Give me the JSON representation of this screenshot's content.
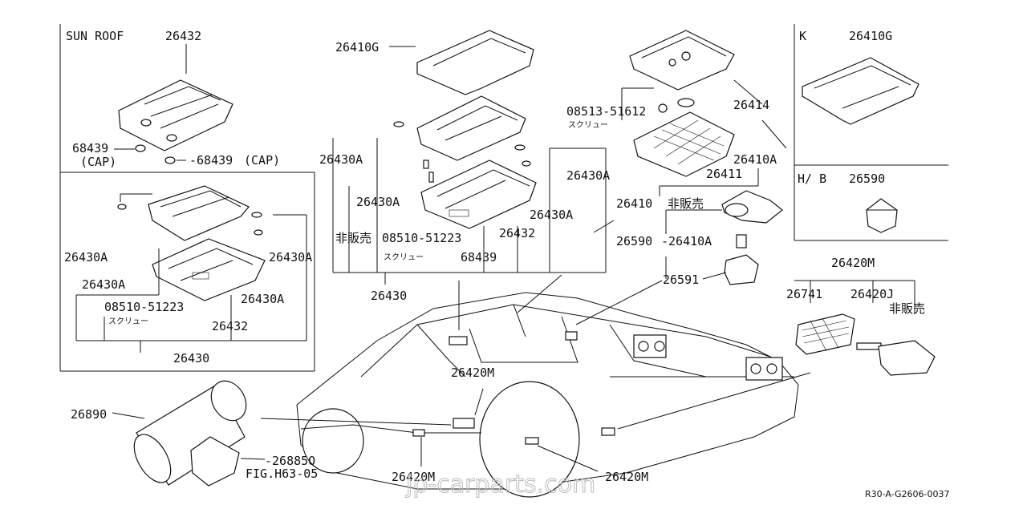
{
  "labels": {
    "sunroof": "SUN ROOF",
    "p26432_a": "26432",
    "p68439_a": "68439",
    "cap_a": "(CAP)",
    "p68439_b": "-68439",
    "cap_b": "(CAP)",
    "p26430A_l1": "26430A",
    "p26430A_l2": "26430A",
    "p26430A_l3": "26430A",
    "p26430A_l4": "26430A",
    "p08510_l": "08510-51223",
    "screw_l": "スクリュー",
    "p26432_l": "26432",
    "p26430_l": "26430",
    "p26410G_c": "26410G",
    "p26430A_c1": "26430A",
    "p26430A_c2": "26430A",
    "p26430A_c3": "26430A",
    "p26430A_c4": "26430A",
    "hanbai_c": "非販売",
    "p08510_c": "08510-51223",
    "p26432_c": "26432",
    "screw_c": "スクリュー",
    "p68439_c": "68439",
    "p26430_c": "26430",
    "p08513": "08513-51612",
    "screw_r": "スクリュー",
    "p26414": "26414",
    "p26410A_r1": "26410A",
    "p26411": "26411",
    "p26410": "26410",
    "hanbai_r": "非販売",
    "p26590_r": "26590",
    "p26410A_r2": "-26410A",
    "p26591": "26591",
    "k": "K",
    "p26410G_k": "26410G",
    "hb": "H/ B",
    "p26590_hb": "26590",
    "p26420M_r": "26420M",
    "p26741": "26741",
    "p26420J": "26420J",
    "hanbai_rr": "非販売",
    "p26420M_1": "26420M",
    "p26890": "26890",
    "p26885Q": "-26885Q",
    "fig": "FIG.H63-05",
    "p26420M_2": "26420M",
    "p26420M_3": "26420M",
    "watermark": "jp-carparts.com",
    "code": "R30-A-G2606-0037"
  }
}
